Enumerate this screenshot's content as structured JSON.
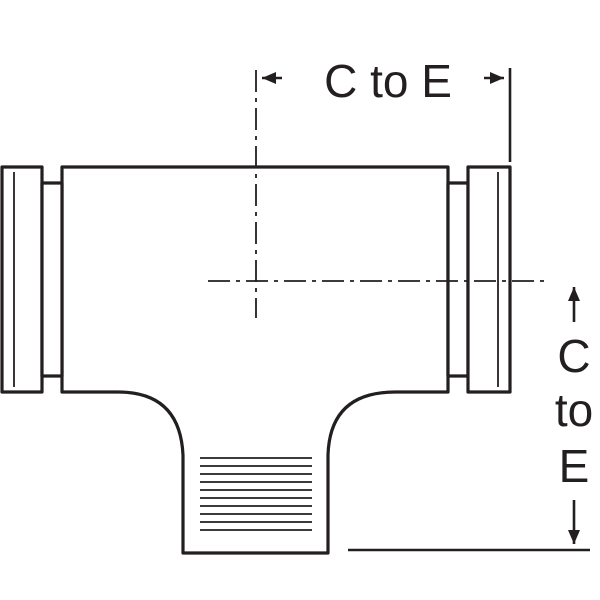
{
  "dimensions": {
    "horizontal_label": "C to E",
    "vertical_label_lines": [
      "C",
      "to",
      "E"
    ]
  },
  "colors": {
    "ink": "#231f20",
    "background": "#ffffff"
  }
}
